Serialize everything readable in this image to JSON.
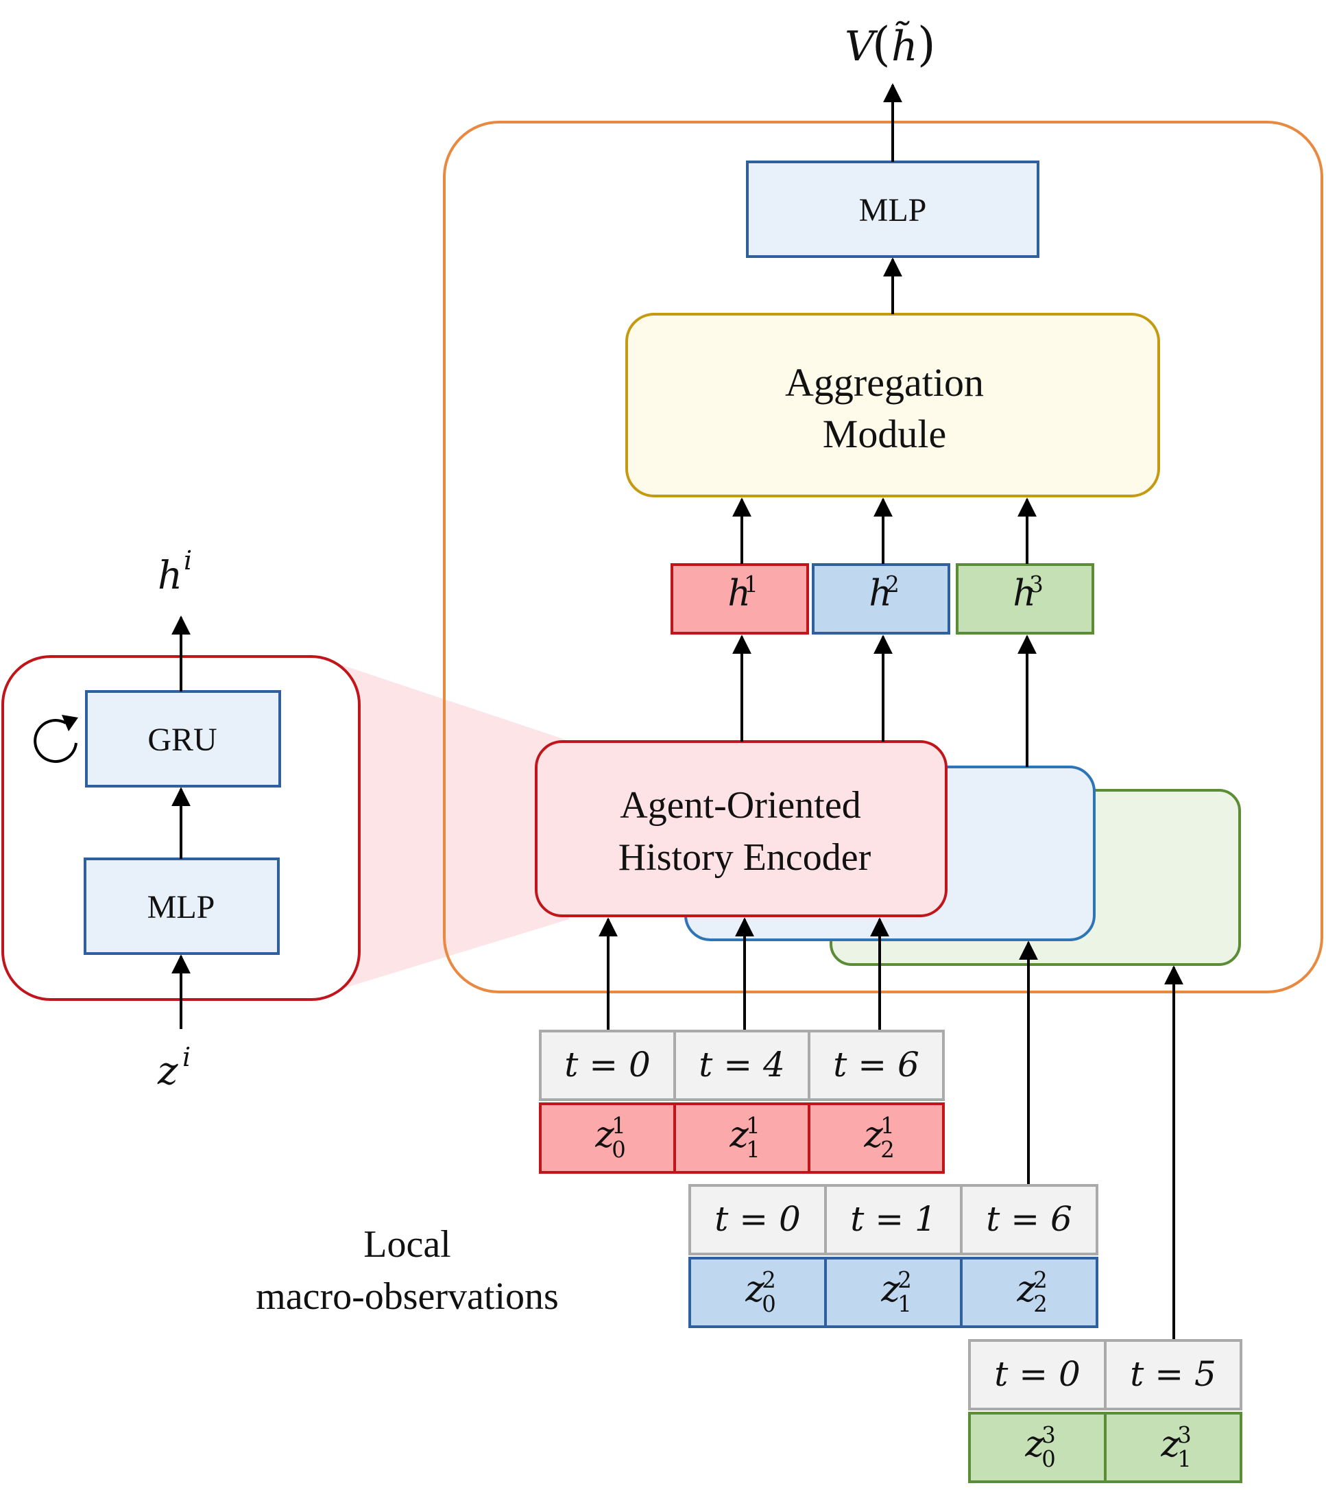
{
  "title": {
    "output": "V",
    "output_arg": "h̃"
  },
  "modules": {
    "mlp_top": "MLP",
    "aggregation_line1": "Aggregation",
    "aggregation_line2": "Module",
    "encoder_line1": "Agent-Oriented",
    "encoder_line2": "History Encoder",
    "gru": "GRU",
    "mlp_inner": "MLP"
  },
  "zoom": {
    "output_base": "h",
    "output_sup": "i",
    "input_base": "z",
    "input_sup": "i"
  },
  "agent_states": [
    {
      "base": "h",
      "sup": "1"
    },
    {
      "base": "h",
      "sup": "2"
    },
    {
      "base": "h",
      "sup": "3"
    }
  ],
  "agents": [
    {
      "times": [
        "t = 0",
        "t = 4",
        "t = 6"
      ],
      "obs": [
        {
          "base": "z",
          "sub": "0",
          "sup": "1"
        },
        {
          "base": "z",
          "sub": "1",
          "sup": "1"
        },
        {
          "base": "z",
          "sub": "2",
          "sup": "1"
        }
      ]
    },
    {
      "times": [
        "t = 0",
        "t = 1",
        "t = 6"
      ],
      "obs": [
        {
          "base": "z",
          "sub": "0",
          "sup": "2"
        },
        {
          "base": "z",
          "sub": "1",
          "sup": "2"
        },
        {
          "base": "z",
          "sub": "2",
          "sup": "2"
        }
      ]
    },
    {
      "times": [
        "t = 0",
        "t = 5"
      ],
      "obs": [
        {
          "base": "z",
          "sub": "0",
          "sup": "3"
        },
        {
          "base": "z",
          "sub": "1",
          "sup": "3"
        }
      ]
    }
  ],
  "caption": {
    "line1": "Local",
    "line2": "macro-observations"
  },
  "colors": {
    "orange_frame": "#e8893f",
    "red": "#c0151b",
    "red_fill": "#fcd9dc",
    "red_cell": "#fca9ac",
    "blue": "#2e5f9e",
    "blue_fill": "#e8f0f9",
    "blue_cell": "#bfd8ef",
    "green": "#5a8d35",
    "green_fill": "#ecf4e6",
    "green_cell": "#c6e0b6",
    "gold": "#c49a10",
    "gold_fill": "#fffbea",
    "gray": "#aaaaaa",
    "gray_fill": "#f2f2f2"
  }
}
